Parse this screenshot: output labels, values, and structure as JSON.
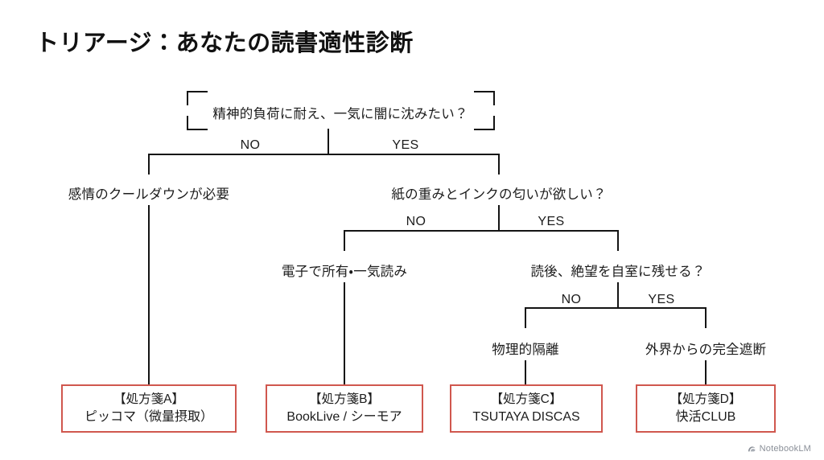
{
  "slide": {
    "title": "トリアージ：あなたの読書適性診断",
    "background_color": "#ffffff",
    "line_color": "#141414",
    "accent_color": "#d0574e"
  },
  "tree": {
    "root": {
      "label": "精神的負荷に耐え、一気に闇に沈みたい？",
      "branch_no": "NO",
      "branch_yes": "YES"
    },
    "level2_left": {
      "label": "感情のクールダウンが必要"
    },
    "level2_right": {
      "label": "紙の重みとインクの匂いが欲しい？",
      "branch_no": "NO",
      "branch_yes": "YES"
    },
    "level3_left": {
      "label": "電子で所有・一気読み"
    },
    "level3_right": {
      "label": "読後、絶望を自室に残せる？",
      "branch_no": "NO",
      "branch_yes": "YES"
    },
    "level4_left": {
      "label": "物理的隔離"
    },
    "level4_right": {
      "label": "外界からの完全遮断"
    }
  },
  "prescriptions": [
    {
      "title": "【処方箋A】",
      "name": "ピッコマ（微量摂取）"
    },
    {
      "title": "【処方箋B】",
      "name": "BookLive / シーモア"
    },
    {
      "title": "【処方箋C】",
      "name": "TSUTAYA DISCAS"
    },
    {
      "title": "【処方箋D】",
      "name": "快活CLUB"
    }
  ],
  "watermark": {
    "label": "NotebookLM",
    "icon": "notebooklm-logo-icon"
  }
}
